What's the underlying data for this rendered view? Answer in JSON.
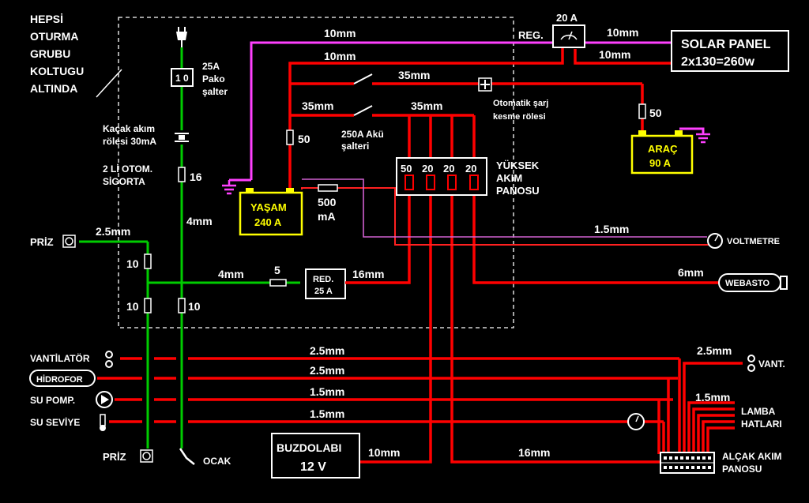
{
  "labels": {
    "note": [
      "HEPSİ",
      "OTURMA",
      "GRUBU",
      "KOLTUGU",
      "ALTINDA"
    ],
    "pako": [
      "25A",
      "Pako",
      "şalter"
    ],
    "kacak": [
      "Kaçak akım",
      "rölesi 30mA"
    ],
    "sigorta": [
      "2 Lİ OTOM.",
      "SİGORTA"
    ],
    "fuse16": "16",
    "green4mm_a": "4mm",
    "green4mm_b": "4mm",
    "priz_top": "PRİZ",
    "priz_bottom": "PRİZ",
    "green25": "2.5mm",
    "fuse10_a": "10",
    "fuse10_b": "10",
    "fuse10_c": "10",
    "fuse5": "5",
    "red_box": [
      "RED.",
      "25 A"
    ],
    "red16": "16mm",
    "mag10_top": "10mm",
    "red10_top": "10mm",
    "reg_amp": "20 A",
    "reg": "REG.",
    "solar10_a": "10mm",
    "solar10_b": "10mm",
    "solar_panel": [
      "SOLAR PANEL",
      "2x130=260w"
    ],
    "red35_a": "35mm",
    "red35_b": "35mm",
    "red35_c": "35mm",
    "oto_sarj": [
      "Otomatik şarj",
      "kesme rölesi"
    ],
    "fuse50_right": "50",
    "fuse50_left": "50",
    "arac": [
      "ARAÇ",
      "90 A"
    ],
    "aku_salter": [
      "250A Akü",
      "şalteri"
    ],
    "yuksek_fuses": [
      "50",
      "20",
      "20",
      "20"
    ],
    "yuksek_label": [
      "YÜKSEK",
      "AKIM",
      "PANOSU"
    ],
    "yasam": [
      "YAŞAM",
      "240 A"
    ],
    "ma500": [
      "500",
      "mA"
    ],
    "v15": "1.5mm",
    "voltmetre": "VOLTMETRE",
    "w6mm": "6mm",
    "webasto": "WEBASTO",
    "left_loads": [
      "VANTİLATÖR",
      "HİDROFOR",
      "SU POMP.",
      "SU SEVİYE"
    ],
    "bus_labels": [
      "2.5mm",
      "2.5mm",
      "1.5mm",
      "1.5mm"
    ],
    "buzdolabi": [
      "BUZDOLABI",
      "12 V"
    ],
    "buz10": "10mm",
    "red16_bottom": "16mm",
    "ocak": "OCAK",
    "vant_right_mm": "2.5mm",
    "vant_right": "VANT.",
    "lamba_mm": "1.5mm",
    "lamba": [
      "LAMBA",
      "HATLARI"
    ],
    "alcak": [
      "ALÇAK AKIM",
      "PANOSU"
    ]
  },
  "colors": {
    "red": "#ff0000",
    "green": "#00cc00",
    "magenta": "#ff40ff",
    "yellow": "#ffff00",
    "white": "#ffffff",
    "background": "#000000"
  }
}
